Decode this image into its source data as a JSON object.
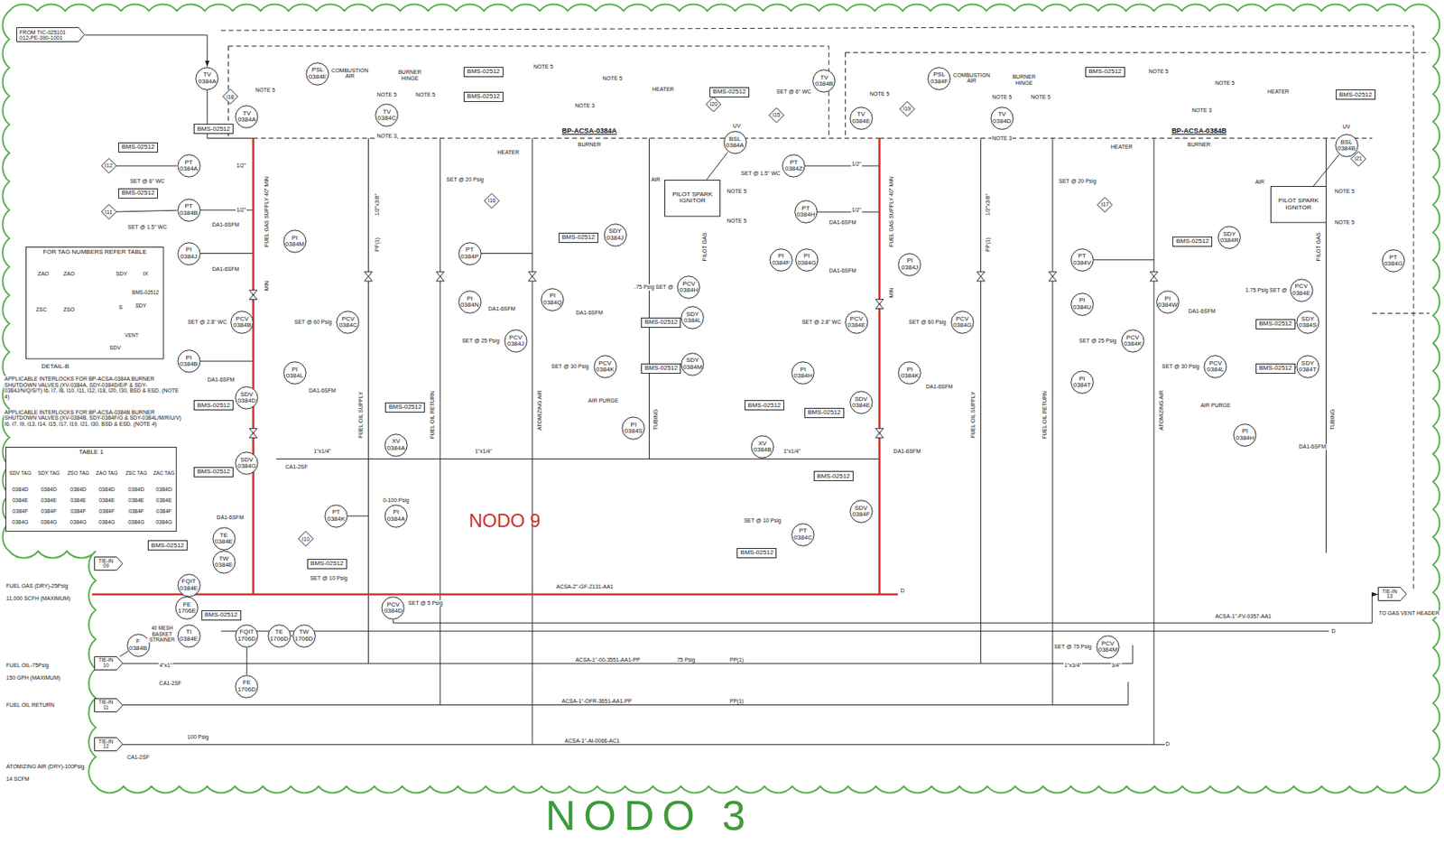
{
  "diagram": {
    "nodes": [
      {
        "text": [
          "TIE-IN 09"
        ]
      },
      {
        "text": [
          "TIE-IN 10"
        ]
      },
      {
        "text": [
          "TIE-IN 11"
        ]
      },
      {
        "text": [
          "TIE-IN 12"
        ]
      },
      {
        "text": [
          "TIE-IN 13"
        ]
      },
      {
        "text": [
          "FROM TIC-025101 012-PE-390-1001"
        ]
      },
      {
        "text": [
          "TV 0384A"
        ]
      },
      {
        "text": [
          "TV 0384A"
        ]
      },
      {
        "text": [
          "PSL 0384E"
        ]
      },
      {
        "text": [
          "TV 0384C"
        ]
      },
      {
        "text": [
          "PT 0384A"
        ]
      },
      {
        "text": [
          "PT 0384B"
        ]
      },
      {
        "text": [
          "PI 0384J"
        ]
      },
      {
        "text": [
          "PI 0384M"
        ]
      },
      {
        "text": [
          "PCV 0384B"
        ]
      },
      {
        "text": [
          "PCV 0384C"
        ]
      },
      {
        "text": [
          "PI 0384B"
        ]
      },
      {
        "text": [
          "PI 0384L"
        ]
      },
      {
        "text": [
          "SDV 0384D"
        ]
      },
      {
        "text": [
          "SDV 0384G"
        ]
      },
      {
        "text": [
          "XV 0384A"
        ]
      },
      {
        "text": [
          "PT 0384K"
        ]
      },
      {
        "text": [
          "PI 0384A"
        ]
      },
      {
        "text": [
          "TE 0384E"
        ]
      },
      {
        "text": [
          "TW 0384E"
        ]
      },
      {
        "text": [
          "PCV 0384D"
        ]
      },
      {
        "text": [
          "PT 0384P"
        ]
      },
      {
        "text": [
          "PI 0384N"
        ]
      },
      {
        "text": [
          "PCV 0384J"
        ]
      },
      {
        "text": [
          "PI 0384Q"
        ]
      },
      {
        "text": [
          "SDY 0384J"
        ]
      },
      {
        "text": [
          "PCV 0384K"
        ]
      },
      {
        "text": [
          "PCV 0384H"
        ]
      },
      {
        "text": [
          "SDY 0384L"
        ]
      },
      {
        "text": [
          "SDY 0384M"
        ]
      },
      {
        "text": [
          "PI 0384S"
        ]
      },
      {
        "text": [
          "BSL 0384A"
        ]
      },
      {
        "text": [
          "XV 0384B"
        ]
      },
      {
        "text": [
          "TV 0384B"
        ]
      },
      {
        "text": [
          "PT 0384Z"
        ]
      },
      {
        "text": [
          "PT 0384H"
        ]
      },
      {
        "text": [
          "PI 0384F"
        ]
      },
      {
        "text": [
          "PI 0384G"
        ]
      },
      {
        "text": [
          "TV 0384E"
        ]
      },
      {
        "text": [
          "PSL 0384F"
        ]
      },
      {
        "text": [
          "TV 0384D"
        ]
      },
      {
        "text": [
          "PCV 0384E"
        ]
      },
      {
        "text": [
          "PCV 0384G"
        ]
      },
      {
        "text": [
          "PI 0384H"
        ]
      },
      {
        "text": [
          "PI 0384J"
        ]
      },
      {
        "text": [
          "PI 0384K"
        ]
      },
      {
        "text": [
          "SDV 0384E"
        ]
      },
      {
        "text": [
          "SDV 0384F"
        ]
      },
      {
        "text": [
          "PT 0384C"
        ]
      },
      {
        "text": [
          "PT 0384V"
        ]
      },
      {
        "text": [
          "PI 0384U"
        ]
      },
      {
        "text": [
          "PI 0384T"
        ]
      },
      {
        "text": [
          "PI 0384W"
        ]
      },
      {
        "text": [
          "PCV 0384K"
        ]
      },
      {
        "text": [
          "SDY 0384R"
        ]
      },
      {
        "text": [
          "PCV 0384L"
        ]
      },
      {
        "text": [
          "PCV 0384E"
        ]
      },
      {
        "text": [
          "SDY 0384S"
        ]
      },
      {
        "text": [
          "SDY 0384T"
        ]
      },
      {
        "text": [
          "PI 0384H"
        ]
      },
      {
        "text": [
          "BSL 0384B"
        ]
      },
      {
        "text": [
          "PT 0384G"
        ]
      },
      {
        "text": [
          "PCV 0384M"
        ]
      },
      {
        "text": [
          "FQIT 0384E"
        ]
      },
      {
        "text": [
          "FE 1706E"
        ]
      },
      {
        "text": [
          "F 0384B"
        ]
      },
      {
        "text": [
          "TI 0384E"
        ]
      },
      {
        "text": [
          "FQIT 1706D"
        ]
      },
      {
        "text": [
          "TE 1706D"
        ]
      },
      {
        "text": [
          "TW 1706D"
        ]
      },
      {
        "text": [
          "FE 1706D"
        ]
      },
      {
        "text": [
          "PILOT SPARK IGNITOR"
        ]
      },
      {
        "text": [
          "PILOT SPARK IGNITOR"
        ]
      },
      {
        "text": [
          "FOR TAG NUMBERS REFER TABLE"
        ]
      },
      {
        "text": [
          "TABLE 1"
        ]
      },
      {
        "text": [
          "BMS-02512"
        ]
      },
      {
        "text": [
          "BMS-02512"
        ]
      },
      {
        "text": [
          "BMS-02512"
        ]
      },
      {
        "text": [
          "BMS-02512"
        ]
      },
      {
        "text": [
          "BMS-02512"
        ]
      },
      {
        "text": [
          "BMS-02512"
        ]
      },
      {
        "text": [
          "BMS-02512"
        ]
      },
      {
        "text": [
          "BMS-02512"
        ]
      },
      {
        "text": [
          "BMS-02512"
        ]
      },
      {
        "text": [
          "BMS-02512"
        ]
      },
      {
        "text": [
          "BMS-02512"
        ]
      },
      {
        "text": [
          "BMS-02512"
        ]
      },
      {
        "text": [
          "BMS-02512"
        ]
      },
      {
        "text": [
          "BMS-02512"
        ]
      },
      {
        "text": [
          "BMS-02512"
        ]
      },
      {
        "text": [
          "BMS-02512"
        ]
      },
      {
        "text": [
          "BMS-02512"
        ]
      },
      {
        "text": [
          "BMS-02512"
        ]
      },
      {
        "text": [
          "BMS-02512"
        ]
      },
      {
        "text": [
          "BMS-02512"
        ]
      },
      {
        "text": [
          "BMS-02512"
        ]
      },
      {
        "text": [
          "BMS-02512"
        ]
      },
      {
        "text": [
          "BMS-02512"
        ]
      },
      {
        "text": [
          "BMS-02512"
        ]
      },
      {
        "text": [
          "I12"
        ]
      },
      {
        "text": [
          "I11"
        ]
      },
      {
        "text": [
          "I18"
        ]
      },
      {
        "text": [
          "I16"
        ]
      },
      {
        "text": [
          "I20"
        ]
      },
      {
        "text": [
          "I15"
        ]
      },
      {
        "text": [
          "I19"
        ]
      },
      {
        "text": [
          "I17"
        ]
      },
      {
        "text": [
          "I21"
        ]
      },
      {
        "text": [
          "I10"
        ]
      }
    ],
    "edges": [
      {
        "from": 5,
        "to": 6,
        "arrow": "to"
      },
      {
        "from": 1,
        "to": 70,
        "arrow": "none"
      },
      {
        "from": 68,
        "to": 69,
        "arrow": "none"
      },
      {
        "from": 72,
        "to": 75,
        "arrow": "none"
      },
      {
        "from": 23,
        "to": 24,
        "arrow": "none"
      },
      {
        "from": 73,
        "to": 74,
        "arrow": "none"
      },
      {
        "from": 104,
        "to": 10,
        "arrow": "none"
      },
      {
        "from": 105,
        "to": 11,
        "arrow": "none"
      },
      {
        "from": 25,
        "to": 4,
        "arrow": "to"
      },
      {
        "from": 36,
        "to": 76,
        "arrow": "none"
      },
      {
        "from": 65,
        "to": 77,
        "arrow": "none"
      },
      {
        "from": 33,
        "to": 90,
        "arrow": "none"
      },
      {
        "from": 34,
        "to": 91,
        "arrow": "none"
      },
      {
        "from": 62,
        "to": 99,
        "arrow": "none"
      },
      {
        "from": 63,
        "to": 100,
        "arrow": "none"
      }
    ],
    "labels": [
      "NODO 3",
      "NODO 9",
      "BP-ACSA-0384A",
      "BURNER",
      "BP-ACSA-0384B",
      "BURNER",
      "COMBUSTION AIR",
      "COMBUSTION AIR",
      "BURNER HINGE",
      "BURNER HINGE",
      "HEATER",
      "HEATER",
      "HEATER",
      "HEATER",
      "NOTE 5",
      "NOTE 5",
      "NOTE 5",
      "NOTE 3",
      "NOTE 5",
      "NOTE 5",
      "NOTE 3",
      "NOTE 5",
      "NOTE 5",
      "NOTE 5",
      "NOTE 3",
      "NOTE 5",
      "NOTE 5",
      "NOTE 3",
      "NOTE 5",
      "NOTE 5",
      "NOTE 5",
      "NOTE 5",
      "FUEL GAS SUPPLY 40\" MIN",
      "FUEL GAS SUPPLY 40\" MIN",
      "MIN",
      "MIN",
      "FUEL OIL SUPPLY",
      "FUEL OIL RETURN",
      "ATOMIZING AIR",
      "TUBING",
      "PILOT GAS",
      "FUEL OIL SUPPLY",
      "FUEL OIL RETURN",
      "ATOMIZING AIR",
      "TUBING",
      "PILOT GAS",
      "AIR PURGE",
      "AIR PURGE",
      "SET @ 6\" WC",
      "SET @ 1.5\" WC",
      "SET @ 2.8\" WC",
      "SET @ 60 Psig",
      "SET @ 20 Psig",
      "SET @ 25 Psig",
      "SET @ 30 Psig",
      ".75 Psig SET @",
      "SET @ 6\" WC",
      "SET @ 1.5\" WC",
      "SET @ 2.8\" WC",
      "SET @ 60 Psig",
      "SET @ 20 Psig",
      "SET @ 25 Psig",
      "SET @ 30 Psig",
      "1.75 Psig SET @",
      "SET @ 10 Psig",
      "SET @ 10 Psig",
      "SET @ 5 Psig",
      "SET @ 75 Psig",
      "0-100 Psig",
      "FUEL GAS (DRY)-25Psig",
      "11,000 SCFH (MAXIMUM)",
      "FUEL OIL-75Psig",
      "150 GPH (MAXIMUM)",
      "FUEL OIL RETURN",
      "ATOMIZING AIR (DRY)-100Psig",
      "14 SCFM",
      "ACSA-2\"-GF-2131-AA1",
      "ACSA-1\"-FV-9357-AA1",
      "TO GAS VENT HEADER",
      "ACSA-1\"-00-3551-AA1-PP",
      "75 Psig",
      "ACSA-1\"-OFR-3651-AA1-PP",
      "ACSA-1\"-AI-0066-AC1",
      "100 Psig",
      "40 MESH BASKET STRAINER",
      "APPLICABLE INTERLOCKS FOR BP-ACSA-0384A BURNER SHUTDOWN VALVES (XV-0384A, SDY-0384D/E/F & SDY-0384J/N/Q/S/T) I6, I7, I8, I10, I11, I12, I18, I20, I30, BSD & ESD. (NOTE 4)",
      "APPLICABLE INTERLOCKS FOR BP-ACSA-0384B BURNER SHUTDOWN VALVES (XV-0384B, SDY-0384F/G & SDY-0384L/M/R/U/V) I6, I7, I9, I13, I14, I15, I17, I19, I21, I30, BSD & ESD. (NOTE 4)",
      "SDV TAG",
      "SDY TAG",
      "ZSO TAG",
      "ZAO TAG",
      "ZSC TAG",
      "ZAC TAG",
      "0384D",
      "0384D",
      "0384D",
      "0384D",
      "0384D",
      "0384D",
      "0384E",
      "0384E",
      "0384E",
      "0384E",
      "0384E",
      "0384E",
      "0384F",
      "0384F",
      "0384F",
      "0384F",
      "0384F",
      "0384F",
      "0384G",
      "0384G",
      "0384G",
      "0384G",
      "0384G",
      "0384G",
      "ZAO",
      "ZAO",
      "SDY",
      "IX",
      "BMS-02512",
      "ZSC",
      "ZSO",
      "SDY",
      "S",
      "VENT",
      "SDV",
      "DETAIL-B",
      "1/2\"",
      "1/2\"",
      "1/2\"",
      "1/2\"",
      "DA1-6SFM",
      "DA1-6SFM",
      "DA1-6SFM",
      "DA1-6SFM",
      "DA1-6SFM",
      "DA1-6SFM",
      "DA1-6SFM",
      "DA1-6SFM",
      "DA1-6SFM",
      "DA1-6SFM",
      "DA1-6SFM",
      "DA1-6SFM",
      "DA1-6SFM",
      "CA1-2SF",
      "CA1-2SF",
      "CA1-2SF",
      "1\"x1/4\"",
      "1\"x1/4\"",
      "1\"x1/4\"",
      "1/2\"x3/8\"",
      "1/2\"x3/8\"",
      "PP(1)",
      "PP(1)",
      "PP(1)",
      "PP(1)",
      "UV",
      "UV",
      "AIR",
      "AIR",
      "1\"x3/4\"",
      "3/4\"",
      "4\"x1\"",
      "D",
      "D",
      "D"
    ]
  }
}
